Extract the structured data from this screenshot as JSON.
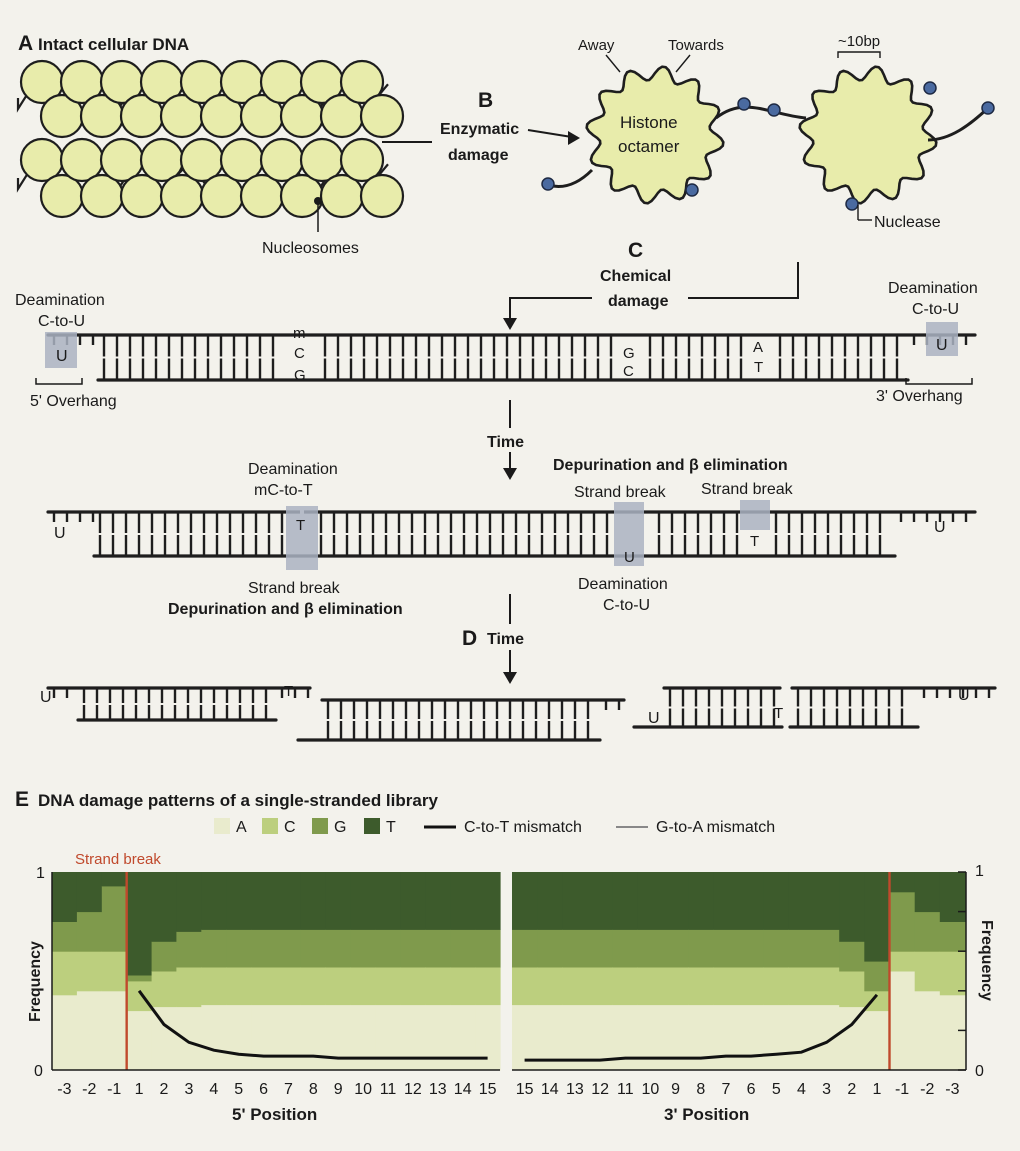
{
  "panelA": {
    "letter": "A",
    "title": "Intact cellular DNA",
    "nucleosomes_label": "Nucleosomes"
  },
  "panelB": {
    "letter": "B",
    "line1": "Enzymatic",
    "line2": "damage",
    "away": "Away",
    "towards": "Towards",
    "bp": "~10bp",
    "histone1": "Histone",
    "histone2": "octamer",
    "nuclease": "Nuclease"
  },
  "panelC": {
    "letter": "C",
    "line1": "Chemical",
    "line2": "damage",
    "deam_left1": "Deamination",
    "deam_left2": "C-to-U",
    "deam_right1": "Deamination",
    "deam_right2": "C-to-U",
    "overhang5": "5' Overhang",
    "overhang3": "3' Overhang",
    "base_U": "U",
    "base_m": "m",
    "base_C": "C",
    "base_G": "G",
    "base_A": "A",
    "base_T": "T"
  },
  "middle": {
    "time": "Time",
    "deam_mc1": "Deamination",
    "deam_mc2": "mC-to-T",
    "sb": "Strand break",
    "dep": "Depurination and β elimination",
    "dep_top": "Depurination and β elimination",
    "sb_top1": "Strand break",
    "sb_top2": "Strand break",
    "deam_cu1": "Deamination",
    "deam_cu2": "C-to-U",
    "base_U": "U",
    "base_T": "T"
  },
  "panelD": {
    "letter": "D",
    "time": "Time",
    "base_U": "U",
    "base_T": "T"
  },
  "panelE": {
    "letter": "E",
    "title": "DNA damage patterns of a single-stranded library",
    "legend": {
      "A": "A",
      "C": "C",
      "G": "G",
      "T": "T",
      "ct": "C-to-T mismatch",
      "ga": "G-to-A mismatch"
    },
    "strand_break": "Strand break",
    "ylabel": "Frequency",
    "xlabel_left": "5' Position",
    "xlabel_right": "3' Position",
    "ytick_top": "1",
    "ytick_bottom": "0"
  },
  "colors": {
    "A": "#e9ebcd",
    "C": "#bccf7e",
    "G": "#7f9a4c",
    "T": "#3d5b2c",
    "ct_line": "#111111",
    "ga_line": "#888888",
    "break_line": "#c0492c",
    "nucleosome": "#e8ecab"
  },
  "chart_data": [
    {
      "type": "area",
      "title": "5' Position",
      "ylabel": "Frequency",
      "ylim": [
        0,
        1
      ],
      "categories": [
        "-3",
        "-2",
        "-1",
        "1",
        "2",
        "3",
        "4",
        "5",
        "6",
        "7",
        "8",
        "9",
        "10",
        "11",
        "12",
        "13",
        "14",
        "15"
      ],
      "series": [
        {
          "name": "A",
          "values": [
            0.38,
            0.4,
            0.4,
            0.3,
            0.32,
            0.32,
            0.33,
            0.33,
            0.33,
            0.33,
            0.33,
            0.33,
            0.33,
            0.33,
            0.33,
            0.33,
            0.33,
            0.33
          ]
        },
        {
          "name": "C",
          "values": [
            0.22,
            0.2,
            0.2,
            0.15,
            0.18,
            0.2,
            0.19,
            0.19,
            0.19,
            0.19,
            0.19,
            0.19,
            0.19,
            0.19,
            0.19,
            0.19,
            0.19,
            0.19
          ]
        },
        {
          "name": "G",
          "values": [
            0.15,
            0.2,
            0.33,
            0.03,
            0.15,
            0.18,
            0.19,
            0.19,
            0.19,
            0.19,
            0.19,
            0.19,
            0.19,
            0.19,
            0.19,
            0.19,
            0.19,
            0.19
          ]
        },
        {
          "name": "T",
          "values": [
            0.25,
            0.2,
            0.07,
            0.52,
            0.35,
            0.3,
            0.29,
            0.29,
            0.29,
            0.29,
            0.29,
            0.29,
            0.29,
            0.29,
            0.29,
            0.29,
            0.29,
            0.29
          ]
        }
      ],
      "ct_mismatch": [
        null,
        null,
        null,
        0.4,
        0.23,
        0.14,
        0.1,
        0.08,
        0.07,
        0.07,
        0.07,
        0.06,
        0.06,
        0.06,
        0.06,
        0.06,
        0.06,
        0.06
      ]
    },
    {
      "type": "area",
      "title": "3' Position",
      "ylabel": "Frequency",
      "ylim": [
        0,
        1
      ],
      "categories": [
        "15",
        "14",
        "13",
        "12",
        "11",
        "10",
        "9",
        "8",
        "7",
        "6",
        "5",
        "4",
        "3",
        "2",
        "1",
        "-1",
        "-2",
        "-3"
      ],
      "series": [
        {
          "name": "A",
          "values": [
            0.33,
            0.33,
            0.33,
            0.33,
            0.33,
            0.33,
            0.33,
            0.33,
            0.33,
            0.33,
            0.33,
            0.33,
            0.33,
            0.32,
            0.3,
            0.5,
            0.4,
            0.38
          ]
        },
        {
          "name": "C",
          "values": [
            0.19,
            0.19,
            0.19,
            0.19,
            0.19,
            0.19,
            0.19,
            0.19,
            0.19,
            0.19,
            0.19,
            0.19,
            0.19,
            0.18,
            0.1,
            0.1,
            0.2,
            0.22
          ]
        },
        {
          "name": "G",
          "values": [
            0.19,
            0.19,
            0.19,
            0.19,
            0.19,
            0.19,
            0.19,
            0.19,
            0.19,
            0.19,
            0.19,
            0.19,
            0.19,
            0.15,
            0.15,
            0.3,
            0.2,
            0.15
          ]
        },
        {
          "name": "T",
          "values": [
            0.29,
            0.29,
            0.29,
            0.29,
            0.29,
            0.29,
            0.29,
            0.29,
            0.29,
            0.29,
            0.29,
            0.29,
            0.29,
            0.35,
            0.45,
            0.1,
            0.2,
            0.25
          ]
        }
      ],
      "ct_mismatch": [
        0.05,
        0.05,
        0.05,
        0.05,
        0.06,
        0.06,
        0.06,
        0.06,
        0.07,
        0.07,
        0.08,
        0.09,
        0.14,
        0.23,
        0.38,
        null,
        null,
        null
      ]
    }
  ]
}
